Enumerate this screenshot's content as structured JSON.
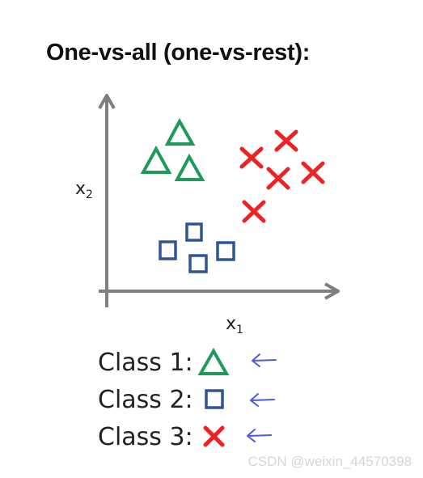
{
  "title": "One-vs-all (one-vs-rest):",
  "axes": {
    "x_label": "x",
    "x_sub": "1",
    "y_label": "x",
    "y_sub": "2"
  },
  "colors": {
    "class1": "#1e9a5a",
    "class2": "#2f5597",
    "class3": "#ee2222",
    "axis": "#7f7f7f",
    "arrow": "#4a5ed6"
  },
  "legend": [
    {
      "label": "Class 1:",
      "symbol": "triangle-icon"
    },
    {
      "label": "Class 2:",
      "symbol": "square-icon"
    },
    {
      "label": "Class 3:",
      "symbol": "cross-icon"
    }
  ],
  "arrow_icon": "left-arrow-icon",
  "watermark": "CSDN @weixin_44570398"
}
